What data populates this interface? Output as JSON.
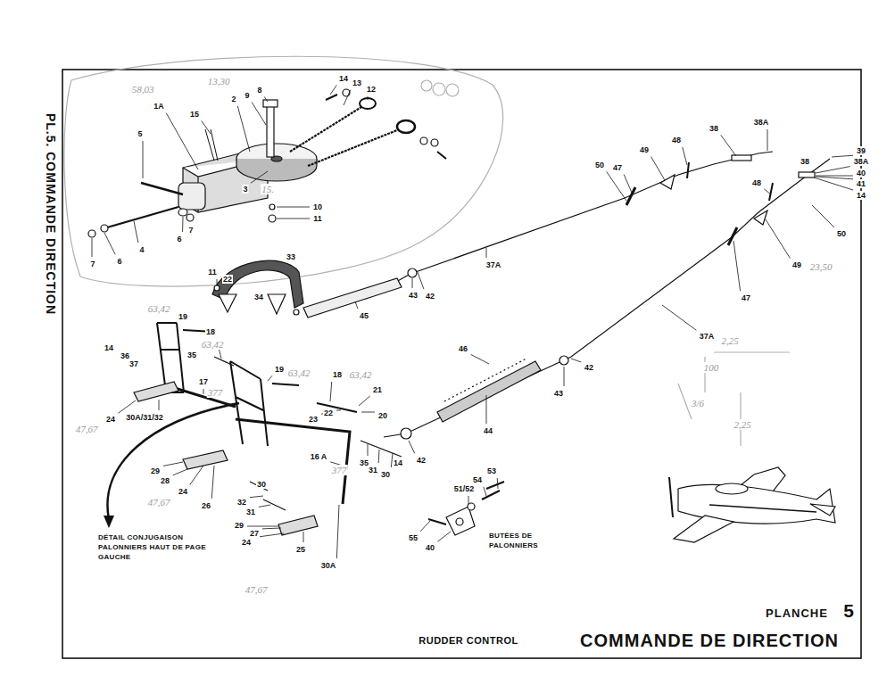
{
  "diagram": {
    "title": "COMMANDE DE DIRECTION",
    "labels": [
      "PL.5. COMMANDE DIRECTION",
      "14",
      "13",
      "12",
      "8",
      "9",
      "2",
      "13,30",
      "58,03",
      "1A",
      "15",
      "5",
      "3",
      "15.",
      "10",
      "11",
      "7",
      "6",
      "4",
      "6",
      "7",
      "11",
      "33",
      "22",
      "34",
      "63,42",
      "19",
      "14",
      "36",
      "37",
      "35",
      "18",
      "63,42",
      "19",
      "63,42",
      "17",
      "377",
      "18",
      "63,42",
      "21",
      "20",
      "23",
      "22",
      "24",
      "30A/31/32",
      "47,67",
      "16 A",
      "377",
      "35",
      "31",
      "30",
      "14",
      "29",
      "28",
      "24",
      "47,67",
      "26",
      "30",
      "32",
      "31",
      "29",
      "27",
      "24",
      "25",
      "30A",
      "47,67",
      "DÉTAIL CONJUGAISON PALONNIERS HAUT DE PAGE GAUCHE",
      "45",
      "43",
      "42",
      "37A",
      "50",
      "47",
      "49",
      "48",
      "38",
      "38A",
      "39",
      "38A",
      "38",
      "40",
      "41",
      "14",
      "48",
      "50",
      "49",
      "23,50",
      "47",
      "37A",
      "46",
      "44",
      "43",
      "42",
      "42",
      "53",
      "54",
      "51/52",
      "BUTÉES DE PALONNIERS",
      "55",
      "40",
      "2,25",
      "100",
      "3/6",
      "2,25",
      "PLANCHE",
      "5",
      "RUDDER CONTROL"
    ]
  }
}
